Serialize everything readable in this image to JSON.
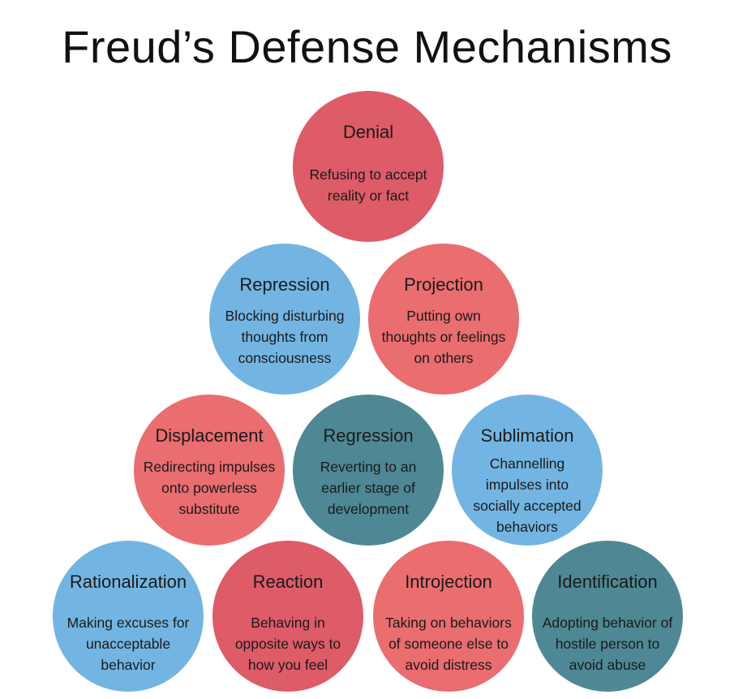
{
  "title": "Freud’s Defense Mechanisms",
  "colors": {
    "red": "#de5b68",
    "coral": "#ea6d70",
    "blue": "#73b5e2",
    "teal": "#4e8894"
  },
  "mechanisms": [
    {
      "name": "Denial",
      "color": "red",
      "lines": [
        "Refusing to accept",
        "reality or fact"
      ]
    },
    {
      "name": "Repression",
      "color": "blue",
      "lines": [
        "Blocking disturbing",
        "thoughts from",
        "consciousness"
      ]
    },
    {
      "name": "Projection",
      "color": "coral",
      "lines": [
        "Putting own",
        "thoughts or feelings",
        "on others"
      ]
    },
    {
      "name": "Displacement",
      "color": "coral",
      "lines": [
        "Redirecting impulses",
        "onto powerless",
        "substitute"
      ]
    },
    {
      "name": "Regression",
      "color": "teal",
      "lines": [
        "Reverting to an",
        "earlier stage of",
        "development"
      ]
    },
    {
      "name": "Sublimation",
      "color": "blue",
      "lines": [
        "Channelling",
        "impulses into",
        "socially accepted",
        "behaviors"
      ]
    },
    {
      "name": "Rationalization",
      "color": "blue",
      "lines": [
        "Making excuses for",
        "unacceptable",
        "behavior"
      ]
    },
    {
      "name": "Reaction",
      "color": "red",
      "lines": [
        "Behaving in",
        "opposite ways to",
        "how you feel"
      ]
    },
    {
      "name": "Introjection",
      "color": "coral",
      "lines": [
        "Taking on behaviors",
        "of someone else to",
        "avoid distress"
      ]
    },
    {
      "name": "Identification",
      "color": "teal",
      "lines": [
        "Adopting behavior of",
        "hostile person to",
        "avoid abuse"
      ]
    }
  ]
}
